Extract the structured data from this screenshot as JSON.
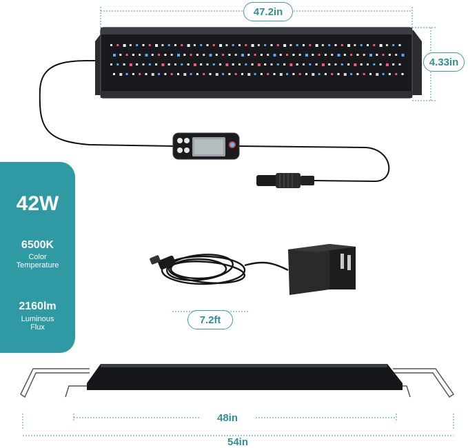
{
  "specs": {
    "power": "42W",
    "color_temperature_value": "6500K",
    "color_temperature_label_line1": "Color",
    "color_temperature_label_line2": "Temperature",
    "luminous_flux_value": "2160lm",
    "luminous_flux_label_line1": "Luminous",
    "luminous_flux_label_line2": "Flux"
  },
  "dimensions": {
    "light_width": "47.2in",
    "light_height": "4.33in",
    "cable_length": "7.2ft",
    "min_length": "48in",
    "max_length": "54in"
  },
  "colors": {
    "accent": "#2f9aa3",
    "panel_text": "#ffffff",
    "light_body": "#1b1b1e"
  }
}
